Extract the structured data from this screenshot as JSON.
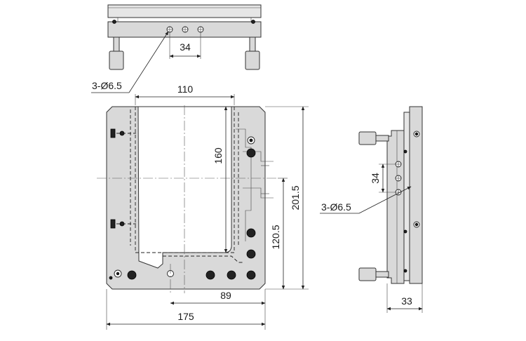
{
  "drawing": {
    "views": {
      "top": {
        "hole_spacing": "34",
        "hole_callout": "3-Ø6.5"
      },
      "front": {
        "opening_width": "110",
        "opening_height": "160",
        "overall_width": "175",
        "overall_height": "201.5",
        "center_height": "120.5",
        "center_offset": "89"
      },
      "side": {
        "hole_spacing": "34",
        "hole_callout": "3-Ø6.5",
        "thickness": "33"
      }
    }
  }
}
